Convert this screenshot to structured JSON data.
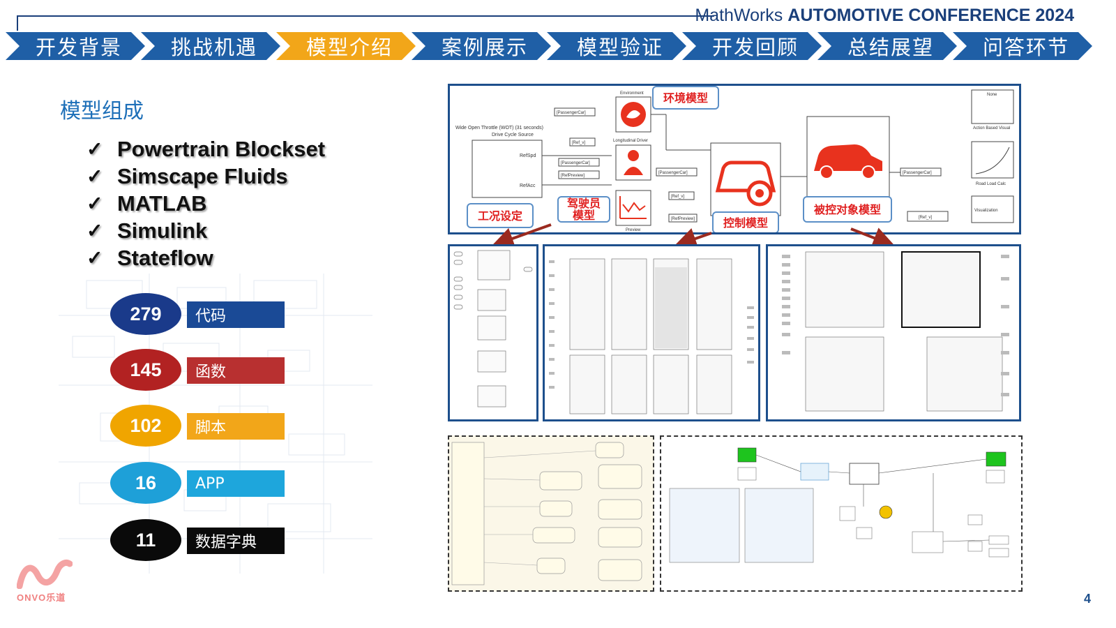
{
  "header": {
    "brand": "MathWorks",
    "conference": "AUTOMOTIVE CONFERENCE 2024"
  },
  "nav": {
    "items": [
      {
        "label": "开发背景",
        "active": false
      },
      {
        "label": "挑战机遇",
        "active": false
      },
      {
        "label": "模型介绍",
        "active": true
      },
      {
        "label": "案例展示",
        "active": false
      },
      {
        "label": "模型验证",
        "active": false
      },
      {
        "label": "开发回顾",
        "active": false
      },
      {
        "label": "总结展望",
        "active": false
      },
      {
        "label": "问答环节",
        "active": false
      }
    ],
    "colors": {
      "normal": "#1f5fa6",
      "active": "#f2a619"
    }
  },
  "content": {
    "section_title": "模型组成",
    "check_mark": "✓",
    "components": [
      "Powertrain Blockset",
      "Simscape Fluids",
      "MATLAB",
      "Simulink",
      "Stateflow"
    ],
    "stats": [
      {
        "value": "279",
        "label": "代码",
        "oval_color": "#1a3a8a",
        "bar_color": "#1a4a96"
      },
      {
        "value": "145",
        "label": "函数",
        "oval_color": "#b22222",
        "bar_color": "#b83030"
      },
      {
        "value": "102",
        "label": "脚本",
        "oval_color": "#f0a500",
        "bar_color": "#f2a619"
      },
      {
        "value": "16",
        "label": "APP",
        "oval_color": "#1ea0d8",
        "bar_color": "#1ea6dc"
      },
      {
        "value": "11",
        "label": "数据字典",
        "oval_color": "#0a0a0a",
        "bar_color": "#0a0a0a"
      }
    ]
  },
  "diagram": {
    "callouts": {
      "environment": "环境模型",
      "drive_cycle": "工况设定",
      "driver": "驾驶员模型",
      "controller": "控制模型",
      "plant": "被控对象模型"
    },
    "small_labels": {
      "environment_block": "Environment",
      "longitudinal_driver": "Longitudinal Driver",
      "preview": "Preview",
      "drive_cycle_source": "Drive Cycle Source",
      "wot": "Wide Open Throttle (WOT) (31 seconds)",
      "ref_spd": "RefSpd",
      "ref_acc": "RefAcc",
      "passenger_car": "[PassengerCar]",
      "ref_v": "[Ref_v]",
      "ref_preview": "[RefPreview]",
      "action_based_vis": "Action Based Visual",
      "road_load_calc": "Road Load Calc",
      "visualization": "Visualization",
      "none": "None"
    },
    "accent_red": "#e8321e",
    "arrow_color": "#9b2a1f"
  },
  "footer": {
    "logo_text": "ONVO乐道",
    "page": "4"
  }
}
